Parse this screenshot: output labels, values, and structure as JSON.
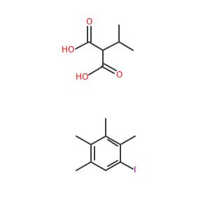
{
  "molecule_top": {
    "name_hidden": "",
    "atoms": {
      "ho_upper": "HO",
      "o_upper": "O",
      "ho_lower": "HO",
      "o_lower": "O"
    },
    "colors": {
      "bond": "#3c3c3c",
      "oxygen": "#ff0d0d"
    }
  },
  "molecule_bottom": {
    "atoms": {
      "iodine": "I"
    },
    "colors": {
      "bond": "#3c3c3c",
      "iodine": "#940094"
    }
  }
}
